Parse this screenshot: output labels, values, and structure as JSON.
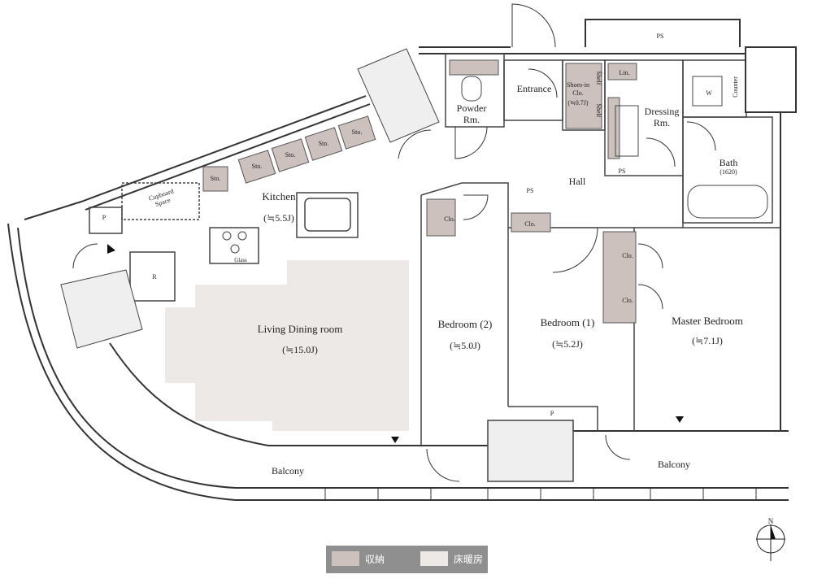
{
  "colors": {
    "storage": "#cdc1bd",
    "floor_heating": "#ede9e7",
    "wall": "#333333",
    "legend_bg": "#8f8f8f"
  },
  "rooms": {
    "kitchen": {
      "name": "Kitchen",
      "size": "(≒5.5J)"
    },
    "ldk": {
      "name": "Living Dining room",
      "size": "(≒15.0J)"
    },
    "bedroom2": {
      "name": "Bedroom (2)",
      "size": "(≒5.0J)"
    },
    "bedroom1": {
      "name": "Bedroom (1)",
      "size": "(≒5.2J)"
    },
    "master": {
      "name": "Master Bedroom",
      "size": "(≒7.1J)"
    },
    "entrance": "Entrance",
    "powder": [
      "Powder",
      "Rm."
    ],
    "dressing": [
      "Dressing",
      "Rm."
    ],
    "bath": {
      "name": "Bath",
      "size": "(1620)"
    },
    "hall": "Hall",
    "balcony_left": "Balcony",
    "balcony_right": "Balcony"
  },
  "fixtures": {
    "sto": "Sto.",
    "clo": "Clo.",
    "ps": "PS",
    "p": "P",
    "r": "R",
    "w": "W",
    "lin": "Lin.",
    "counter": "Counter",
    "glass": "Glass",
    "cupboard": [
      "Cupboard",
      "Space"
    ],
    "shoes": [
      "Shoes-in",
      "Clo.",
      "(≒0.7J)"
    ],
    "shelf": "Shelf"
  },
  "compass": {
    "north": "N"
  },
  "legend": {
    "storage": "収納",
    "floor_heating": "床暖房"
  }
}
